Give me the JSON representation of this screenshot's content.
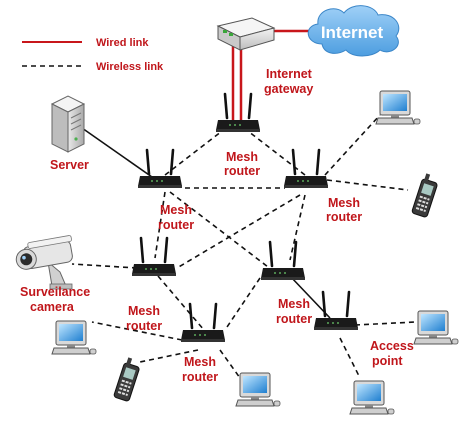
{
  "legend": {
    "wired_label": "Wired link",
    "wireless_label": "Wireless link",
    "wired_color": "#c8161b"
  },
  "cloud": {
    "label": "Internet",
    "color": "#6aaee8"
  },
  "labels": {
    "gateway_line1": "Internet",
    "gateway_line2": "gateway",
    "server": "Server",
    "mesh1_line1": "Mesh",
    "mesh1_line2": "router",
    "mesh2_line1": "Mesh",
    "mesh2_line2": "router",
    "mesh3_line1": "Mesh",
    "mesh3_line2": "router",
    "mesh4_line1": "Mesh",
    "mesh4_line2": "router",
    "mesh5_line1": "Mesh",
    "mesh5_line2": "router",
    "mesh6_line1": "Mesh",
    "mesh6_line2": "router",
    "camera_line1": "Surveilance",
    "camera_line2": "camera",
    "ap_line1": "Access",
    "ap_line2": "point"
  },
  "colors": {
    "label": "#c0161b",
    "router_body": "#1a1a1a"
  }
}
